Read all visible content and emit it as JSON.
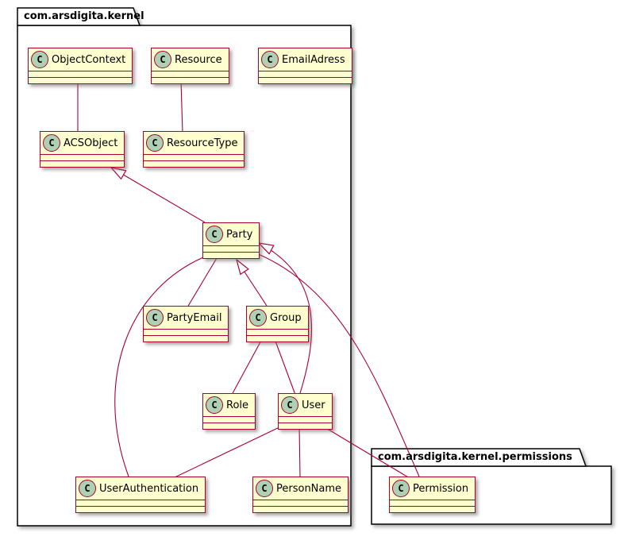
{
  "diagram": {
    "type": "uml-class-diagram",
    "icon_letter": "C",
    "colors": {
      "class_fill": "#FEFECE",
      "class_border": "#A80036",
      "edge": "#A80036",
      "icon_fill": "#ADD1B2",
      "package_border": "#000000",
      "package_fill": "#FFFFFF"
    },
    "packages": [
      {
        "name": "com.arsdigita.kernel"
      },
      {
        "name": "com.arsdigita.kernel.permissions"
      }
    ],
    "classes": [
      {
        "name": "ObjectContext"
      },
      {
        "name": "Resource"
      },
      {
        "name": "EmailAdress"
      },
      {
        "name": "ACSObject"
      },
      {
        "name": "ResourceType"
      },
      {
        "name": "Party"
      },
      {
        "name": "PartyEmail"
      },
      {
        "name": "Group"
      },
      {
        "name": "Role"
      },
      {
        "name": "User"
      },
      {
        "name": "UserAuthentication"
      },
      {
        "name": "PersonName"
      },
      {
        "name": "Permission"
      }
    ],
    "relations": [
      {
        "from": "ObjectContext",
        "to": "ACSObject",
        "type": "association"
      },
      {
        "from": "Resource",
        "to": "ResourceType",
        "type": "association"
      },
      {
        "from": "Party",
        "to": "ACSObject",
        "type": "extends"
      },
      {
        "from": "PartyEmail",
        "to": "Party",
        "type": "association"
      },
      {
        "from": "Group",
        "to": "Party",
        "type": "extends"
      },
      {
        "from": "User",
        "to": "Party",
        "type": "extends"
      },
      {
        "from": "Group",
        "to": "Role",
        "type": "association"
      },
      {
        "from": "Group",
        "to": "User",
        "type": "association"
      },
      {
        "from": "User",
        "to": "UserAuthentication",
        "type": "association"
      },
      {
        "from": "User",
        "to": "PersonName",
        "type": "association"
      },
      {
        "from": "User",
        "to": "Permission",
        "type": "association"
      },
      {
        "from": "UserAuthentication",
        "to": "Party",
        "type": "association"
      },
      {
        "from": "Permission",
        "to": "Party",
        "type": "association"
      }
    ]
  }
}
